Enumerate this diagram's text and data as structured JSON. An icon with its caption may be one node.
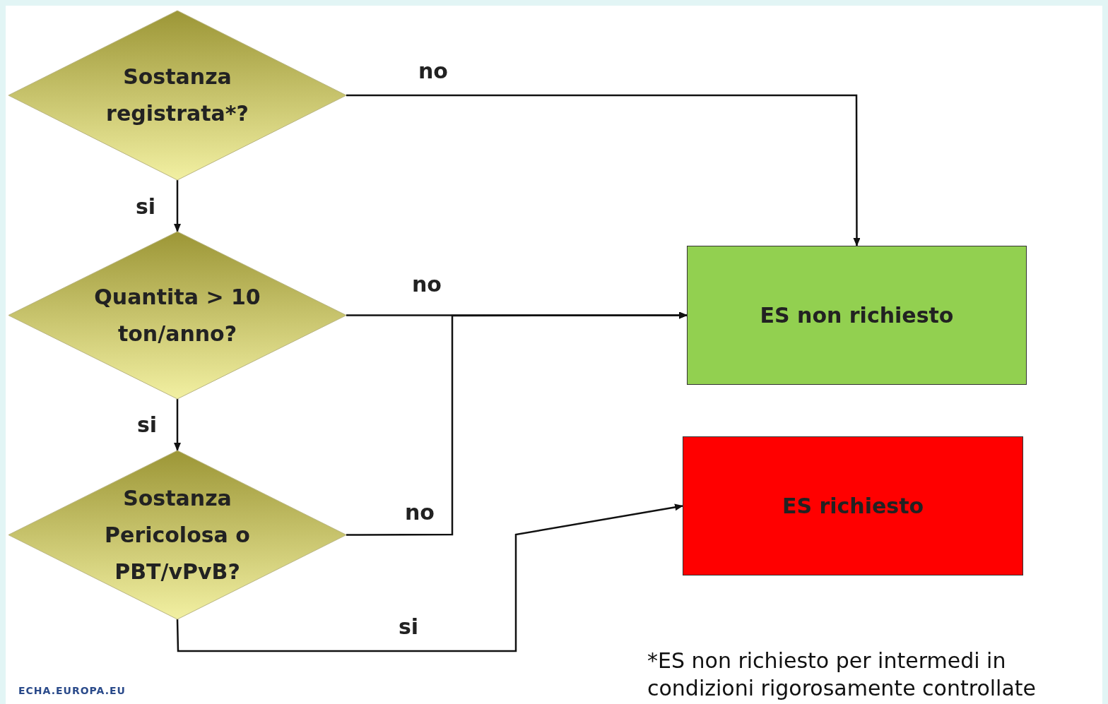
{
  "diagram": {
    "nodes": [
      {
        "text": [
          "Sostanza registrata*?"
        ]
      },
      {
        "text": [
          "Quantita > 10 ton/anno?"
        ]
      },
      {
        "text": [
          "Sostanza Pericolosa o PBT/vPvB?"
        ]
      },
      {
        "text": [
          "ES non richiesto"
        ]
      },
      {
        "text": [
          "ES richiesto"
        ]
      }
    ],
    "edges": [
      {
        "from": 0,
        "to": 3,
        "arrow": "to",
        "label": "no"
      },
      {
        "from": 0,
        "to": 1,
        "arrow": "to",
        "label": "si"
      },
      {
        "from": 1,
        "to": 3,
        "arrow": "to",
        "label": "no"
      },
      {
        "from": 1,
        "to": 2,
        "arrow": "to",
        "label": "si"
      },
      {
        "from": 2,
        "to": 3,
        "arrow": "to",
        "label": "no"
      },
      {
        "from": 2,
        "to": 4,
        "arrow": "to",
        "label": "si"
      }
    ],
    "labels": [
      "*ES non richiesto per intermedi in condizioni rigorosamente controllate",
      "ECHA.EUROPA.EU"
    ]
  }
}
